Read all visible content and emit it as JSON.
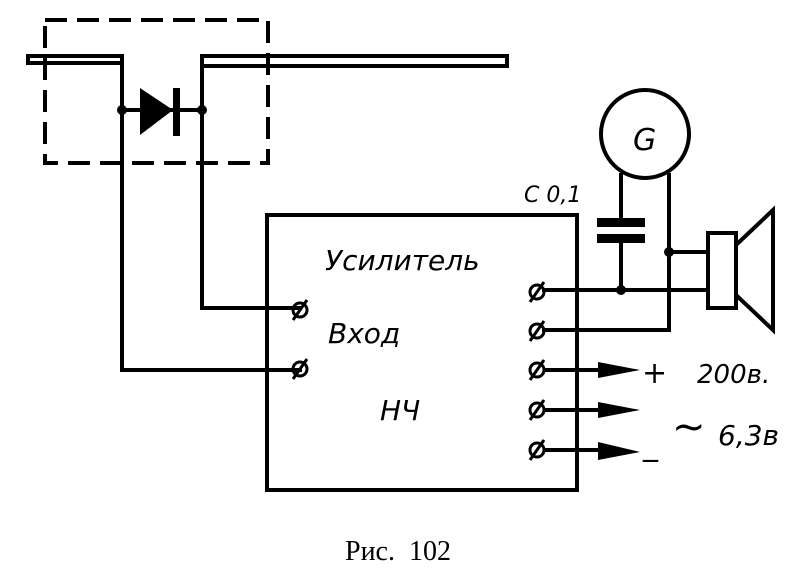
{
  "diagram": {
    "type": "circuit-schematic",
    "amplifier": {
      "title": "Усилитель",
      "input_label": "Вход",
      "subtitle": "НЧ"
    },
    "generator": {
      "label": "G"
    },
    "capacitor": {
      "label": "С 0,1"
    },
    "supply": {
      "plus_sign": "+",
      "minus_sign": "_",
      "dc_voltage": "200в.",
      "ac_symbol": "~",
      "ac_voltage": "6,3в"
    },
    "components": [
      "antenna-wire",
      "diode",
      "shield-box",
      "amplifier",
      "generator",
      "capacitor",
      "loudspeaker"
    ],
    "caption": "Рис.  102"
  }
}
